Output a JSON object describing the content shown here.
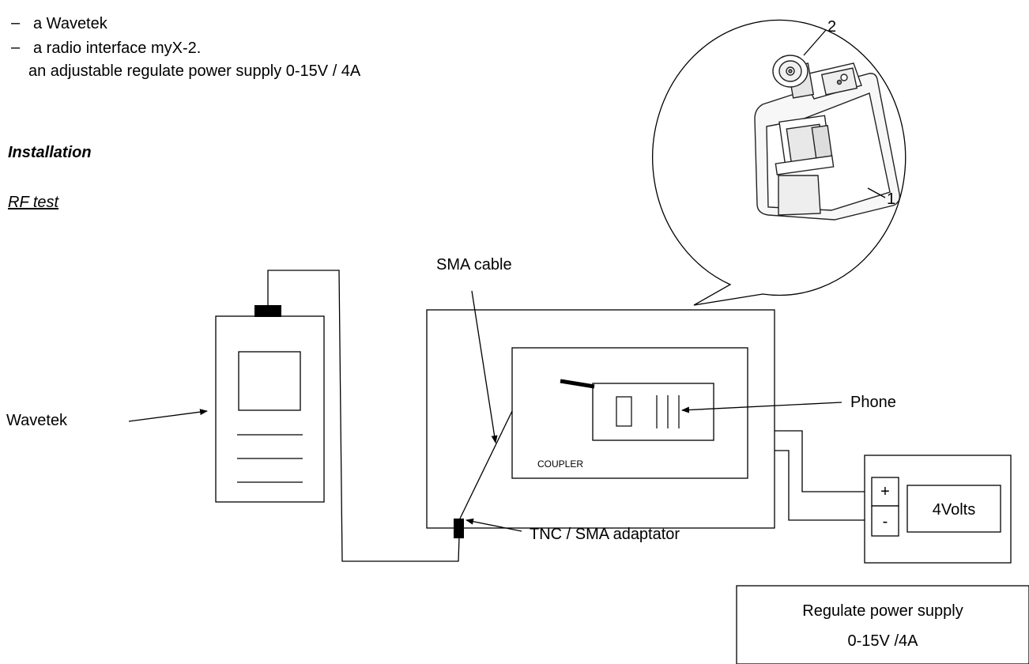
{
  "requirements": {
    "items": [
      {
        "bullet": "–",
        "text": "a Wavetek"
      },
      {
        "bullet": "–",
        "text": "a radio interface myX-2."
      },
      {
        "bullet": "",
        "text": "an adjustable regulate power supply 0-15V / 4A"
      }
    ]
  },
  "section_heading": "Installation",
  "subsection_heading": "RF test",
  "diagram": {
    "callout_labels": {
      "part_1": "1",
      "part_2": "2"
    },
    "sma_cable_label": "SMA cable",
    "wavetek_label": "Wavetek",
    "phone_label": "Phone",
    "coupler_label": "COUPLER",
    "adaptor_label": "TNC / SMA adaptator",
    "plus_sign": "+",
    "minus_sign": "-",
    "voltage_label": "4Volts"
  },
  "power_supply_caption": {
    "line1": "Regulate power supply",
    "line2": "0-15V /4A"
  }
}
